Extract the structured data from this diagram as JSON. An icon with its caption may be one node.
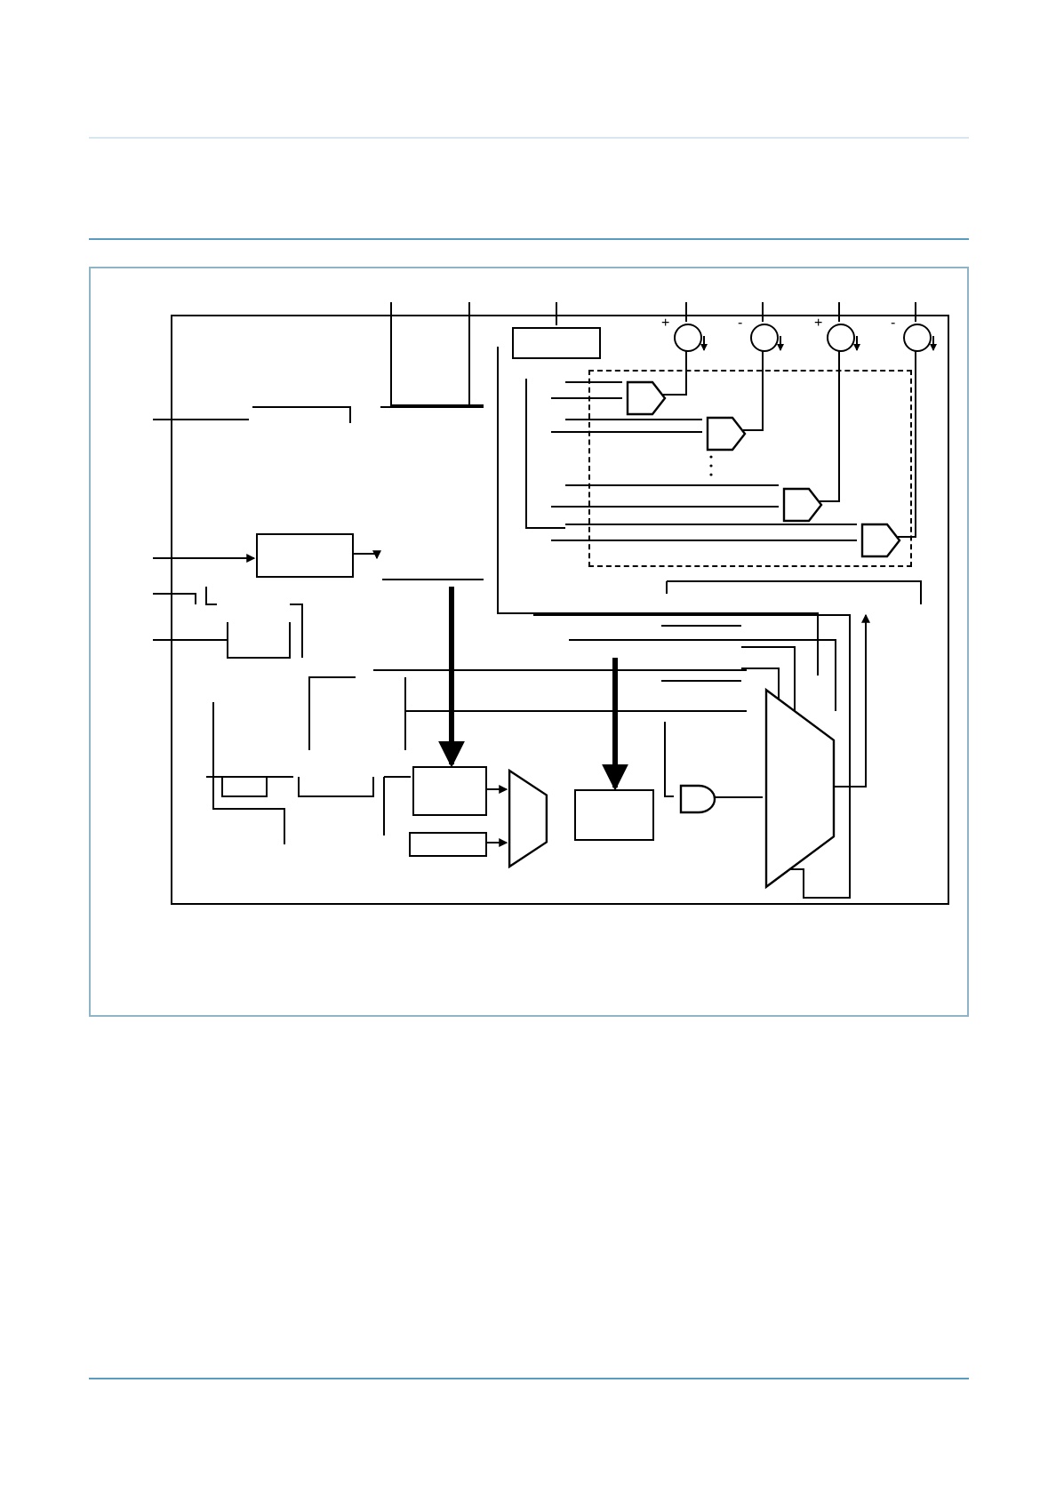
{
  "diagram": {
    "nodes": [
      {
        "text": [],
        "shape": "box"
      },
      {
        "text": [],
        "shape": "box",
        "in": 0
      },
      {
        "text": [],
        "shape": "circle",
        "in": 0,
        "beside": [
          "+"
        ]
      },
      {
        "text": [],
        "shape": "circle",
        "in": 0,
        "beside": [
          "-"
        ]
      },
      {
        "text": [],
        "shape": "circle",
        "in": 0,
        "beside": [
          "+"
        ]
      },
      {
        "text": [],
        "shape": "circle",
        "in": 0,
        "beside": [
          "-"
        ]
      },
      {
        "text": [],
        "shape": "box",
        "in": 0
      },
      {
        "text": [],
        "shape": "pentagon",
        "in": 6
      },
      {
        "text": [],
        "shape": "pentagon",
        "in": 6
      },
      {
        "text": [],
        "shape": "pentagon",
        "in": 6
      },
      {
        "text": [],
        "shape": "pentagon",
        "in": 6
      },
      {
        "text": [],
        "shape": "box",
        "in": 0
      },
      {
        "text": [],
        "shape": "box",
        "in": 0
      },
      {
        "text": [],
        "shape": "box",
        "in": 0
      },
      {
        "text": [],
        "shape": "trapezoid",
        "in": 0
      },
      {
        "text": [],
        "shape": "box",
        "in": 0
      },
      {
        "text": [],
        "shape": "gate",
        "in": 0
      },
      {
        "text": [],
        "shape": "trapezoid",
        "in": 0
      }
    ],
    "edges": [
      {
        "from": 7,
        "to": 2,
        "arrow": "none"
      },
      {
        "from": 8,
        "to": 3,
        "arrow": "none"
      },
      {
        "from": 9,
        "to": 4,
        "arrow": "none"
      },
      {
        "from": 10,
        "to": 5,
        "arrow": "none"
      },
      {
        "from": 12,
        "to": 14,
        "arrow": "to"
      },
      {
        "from": 13,
        "to": 14,
        "arrow": "to"
      },
      {
        "from": 16,
        "to": 17,
        "arrow": "none"
      },
      {
        "from": 17,
        "to": null,
        "arrow": "to"
      },
      {
        "from": null,
        "to": 11,
        "arrow": "to"
      },
      {
        "from": 11,
        "to": null,
        "arrow": "to"
      },
      {
        "from": null,
        "to": 12,
        "arrow": "to",
        "style": "thick"
      },
      {
        "from": null,
        "to": 15,
        "arrow": "to",
        "style": "thick"
      }
    ]
  }
}
